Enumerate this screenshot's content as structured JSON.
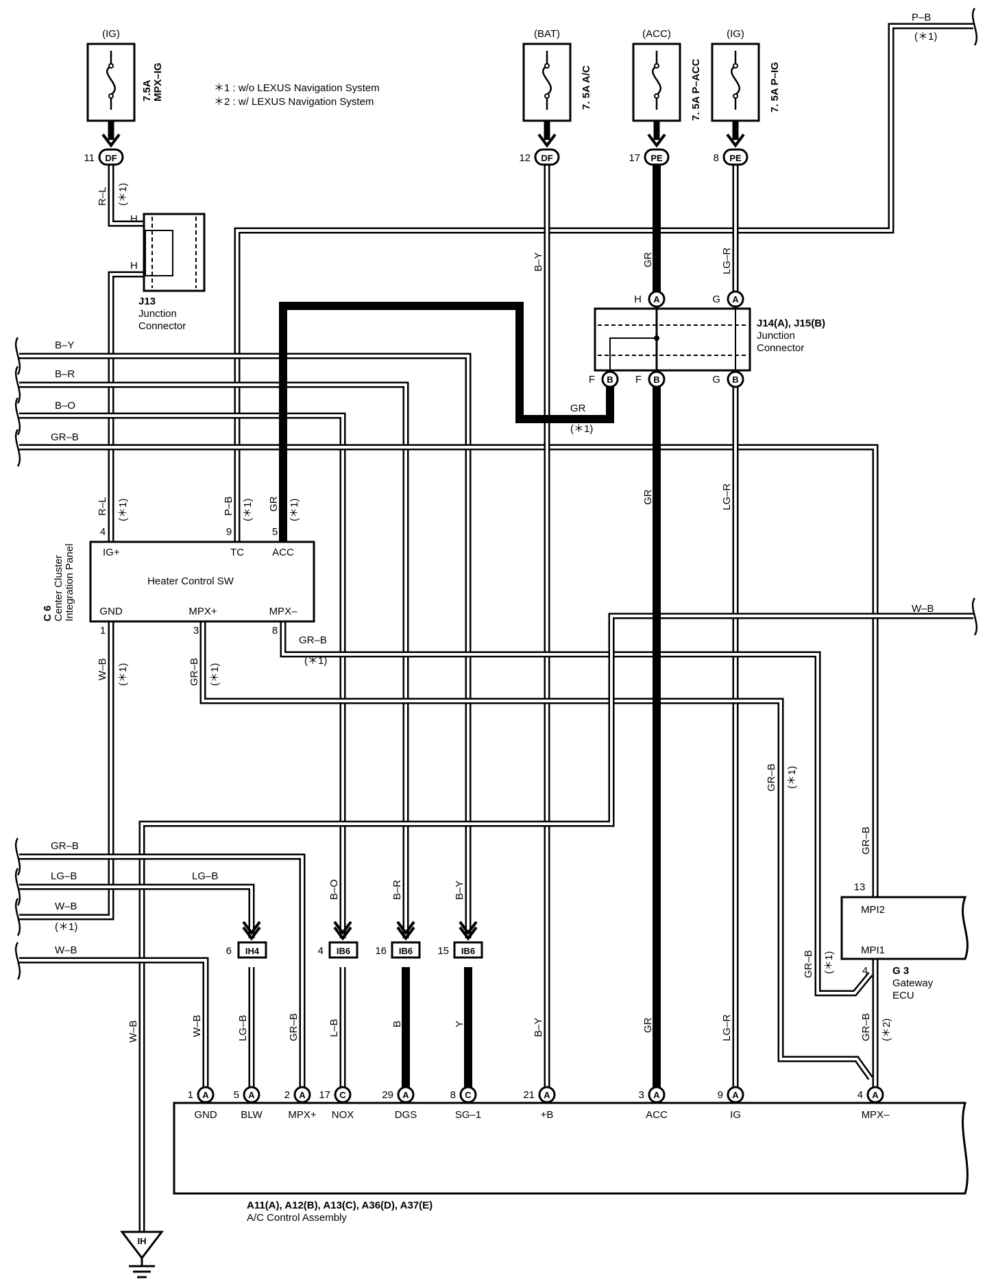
{
  "notes": {
    "note1": "＊1 : w/o LEXUS Navigation System",
    "note2": "＊2 : w/ LEXUS Navigation System"
  },
  "fuses": [
    {
      "source": "(IG)",
      "rating": "7.5A",
      "name": "MPX–IG",
      "conn": "DF",
      "pin": "11"
    },
    {
      "source": "(BAT)",
      "rating": "7. 5A",
      "name": "A/C",
      "conn": "DF",
      "pin": "12"
    },
    {
      "source": "(ACC)",
      "rating": "7. 5A",
      "name": "P–ACC",
      "conn": "PE",
      "pin": "17"
    },
    {
      "source": "(IG)",
      "rating": "7. 5A",
      "name": "P–IG",
      "conn": "PE",
      "pin": "8"
    }
  ],
  "j13": {
    "id": "J13",
    "name1": "Junction",
    "name2": "Connector",
    "pin": "H"
  },
  "j14": {
    "id": "J14(A), J15(B)",
    "name1": "Junction",
    "name2": "Connector"
  },
  "j14_pins": {
    "top_h": "H",
    "top_g": "G",
    "bot_f1": "F",
    "bot_f2": "F",
    "bot_g": "G",
    "a": "A",
    "b": "B"
  },
  "heater": {
    "title": "Heater Control SW",
    "comp_id": "C 6",
    "comp_name1": "Center Cluster",
    "comp_name2": "Integration Panel",
    "pins_top": [
      {
        "num": "4",
        "name": "IG+"
      },
      {
        "num": "9",
        "name": "TC"
      },
      {
        "num": "5",
        "name": "ACC"
      }
    ],
    "pins_bottom": [
      {
        "num": "1",
        "name": "GND"
      },
      {
        "num": "3",
        "name": "MPX+"
      },
      {
        "num": "8",
        "name": "MPX–"
      }
    ]
  },
  "gateway": {
    "id": "G 3",
    "name1": "Gateway",
    "name2": "ECU",
    "pin_mpi2_num": "13",
    "pin_mpi2": "MPI2",
    "pin_mpi1": "MPI1",
    "pin_mpi1_num": "4"
  },
  "ac": {
    "id": "A11(A), A12(B), A13(C), A36(D), A37(E)",
    "name": "A/C Control Assembly",
    "pins": [
      {
        "num": "1",
        "conn": "A",
        "name": "GND"
      },
      {
        "num": "5",
        "conn": "A",
        "name": "BLW"
      },
      {
        "num": "2",
        "conn": "A",
        "name": "MPX+"
      },
      {
        "num": "17",
        "conn": "C",
        "name": "NOX"
      },
      {
        "num": "29",
        "conn": "A",
        "name": "DGS"
      },
      {
        "num": "8",
        "conn": "C",
        "name": "SG–1"
      },
      {
        "num": "21",
        "conn": "A",
        "name": "+B"
      },
      {
        "num": "3",
        "conn": "A",
        "name": "ACC"
      },
      {
        "num": "9",
        "conn": "A",
        "name": "IG"
      },
      {
        "num": "4",
        "conn": "A",
        "name": "MPX–"
      }
    ]
  },
  "inline": [
    {
      "pin": "6",
      "conn": "IH4"
    },
    {
      "pin": "4",
      "conn": "IB6"
    },
    {
      "pin": "16",
      "conn": "IB6"
    },
    {
      "pin": "15",
      "conn": "IB6"
    }
  ],
  "ground": "IH",
  "wires": {
    "rl": "R–L",
    "pb": "P–B",
    "by": "B–Y",
    "br": "B–R",
    "bo": "B–O",
    "grb": "GR–B",
    "gr": "GR",
    "lgr": "LG–R",
    "wb": "W–B",
    "lgb": "LG–B",
    "lb": "L–B",
    "b": "B",
    "y": "Y",
    "h": "H",
    "star1": "(＊1)",
    "star2": "(＊2)"
  }
}
